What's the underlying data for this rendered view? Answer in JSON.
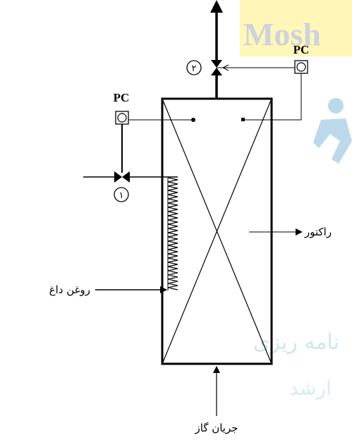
{
  "watermark": {
    "brand_text": "Mosh",
    "line1": "نامه ریزی",
    "line2": "ارشد"
  },
  "controllers": {
    "pc_top_right": "PC",
    "pc_left": "PC"
  },
  "valves": {
    "valve_2": "۲",
    "valve_1": "۱"
  },
  "labels": {
    "reactor": "راکتور",
    "hot_oil": "روغن داغ",
    "gas_stream": "جریان گاز"
  }
}
